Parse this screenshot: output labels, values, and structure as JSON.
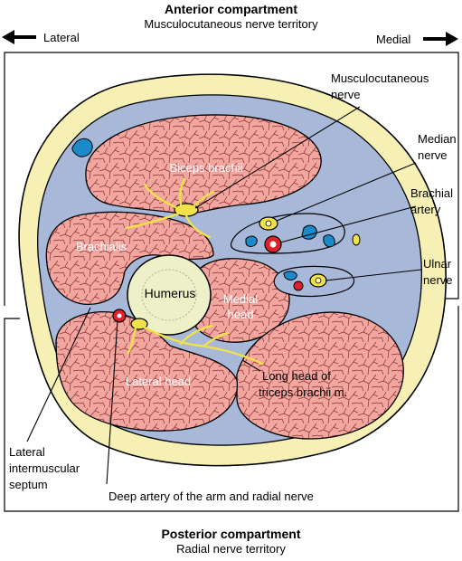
{
  "header": {
    "title": "Anterior compartment",
    "subtitle": "Musculocutaneous nerve territory",
    "lateral": "Lateral",
    "medial": "Medial"
  },
  "footer": {
    "title": "Posterior compartment",
    "subtitle": "Radial nerve territory"
  },
  "structures": {
    "biceps": "Biceps brachii",
    "brachialis": "Brachialis",
    "humerus": "Humerus",
    "medial_head_1": "Medial",
    "medial_head_2": "head",
    "lateral_head": "Lateral head"
  },
  "callouts": {
    "musculocutaneous_1": "Musculocutaneous",
    "musculocutaneous_2": "nerve",
    "median_1": "Median",
    "median_2": "nerve",
    "brachial_1": "Brachial",
    "brachial_2": "artery",
    "ulnar_1": "Ulnar",
    "ulnar_2": "nerve",
    "long_head_1": "Long head of",
    "long_head_2": "triceps brachii m.",
    "septum_1": "Lateral",
    "septum_2": "intermuscular",
    "septum_3": "septum",
    "deep_artery": "Deep artery of the arm and radial nerve"
  },
  "colors": {
    "muscle": "#f2a6a0",
    "fascia": "#a8b8d8",
    "fat": "#f6f0b4",
    "bone": "#eef0c8",
    "nerve": "#f2e24a",
    "artery": "#e0202a",
    "vein": "#1a8ac8"
  }
}
